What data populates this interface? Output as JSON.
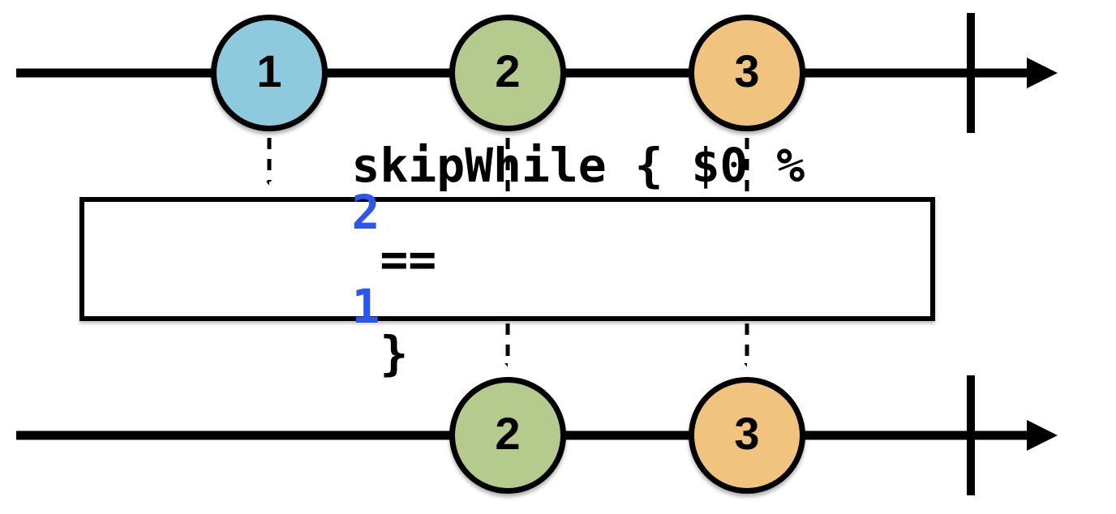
{
  "diagram": {
    "type": "marble-diagram",
    "operator_box": {
      "full_text": "skipWhile { $0 % 2 == 1 }",
      "segments": [
        {
          "text": "skipWhile { $0 % ",
          "color": "#000000"
        },
        {
          "text": "2",
          "color": "#2d55f0"
        },
        {
          "text": " == ",
          "color": "#000000"
        },
        {
          "text": "1",
          "color": "#2d55f0"
        }
      ],
      "closing": " }"
    },
    "input_stream": {
      "marbles": [
        {
          "label": "1",
          "color": "#8dcade"
        },
        {
          "label": "2",
          "color": "#b5cb8d"
        },
        {
          "label": "3",
          "color": "#f0c47e"
        }
      ],
      "completed": true
    },
    "output_stream": {
      "marbles": [
        {
          "label": "2",
          "color": "#b5cb8d"
        },
        {
          "label": "3",
          "color": "#f0c47e"
        }
      ],
      "completed": true
    },
    "colors": {
      "timeline": "#000000",
      "marble_blue": "#8dcade",
      "marble_green": "#b5cb8d",
      "marble_orange": "#f0c47e",
      "code_accent_blue": "#2d55f0",
      "background": "#ffffff"
    }
  }
}
